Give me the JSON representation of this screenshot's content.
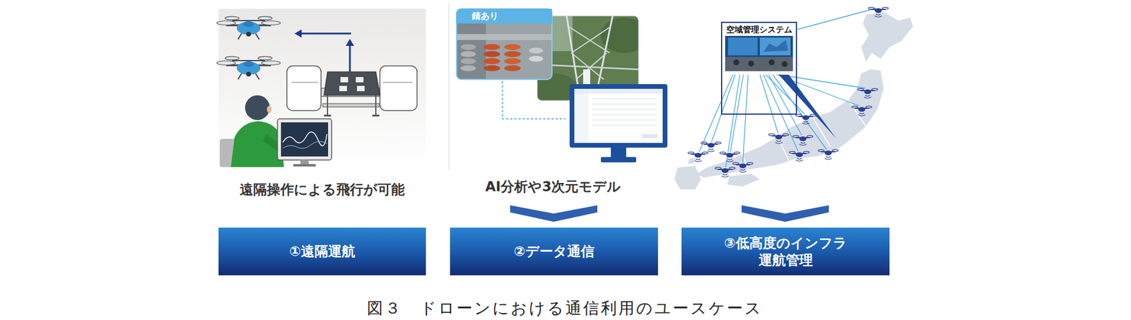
{
  "diagram": {
    "caption": "図３　ドローンにおける通信利用のユースケース",
    "nodes": [
      {
        "text": [
          "錆あり"
        ]
      },
      {
        "text": [
          "空域管理システム"
        ]
      },
      {
        "text": [
          "①遠隔運航"
        ]
      },
      {
        "text": [
          "②データ通信"
        ]
      },
      {
        "text": [
          "③低高度のインフラ 運航管理"
        ]
      }
    ],
    "labels": [
      "遠隔操作による飛行が可能",
      "AI分析や3次元モデル"
    ]
  }
}
